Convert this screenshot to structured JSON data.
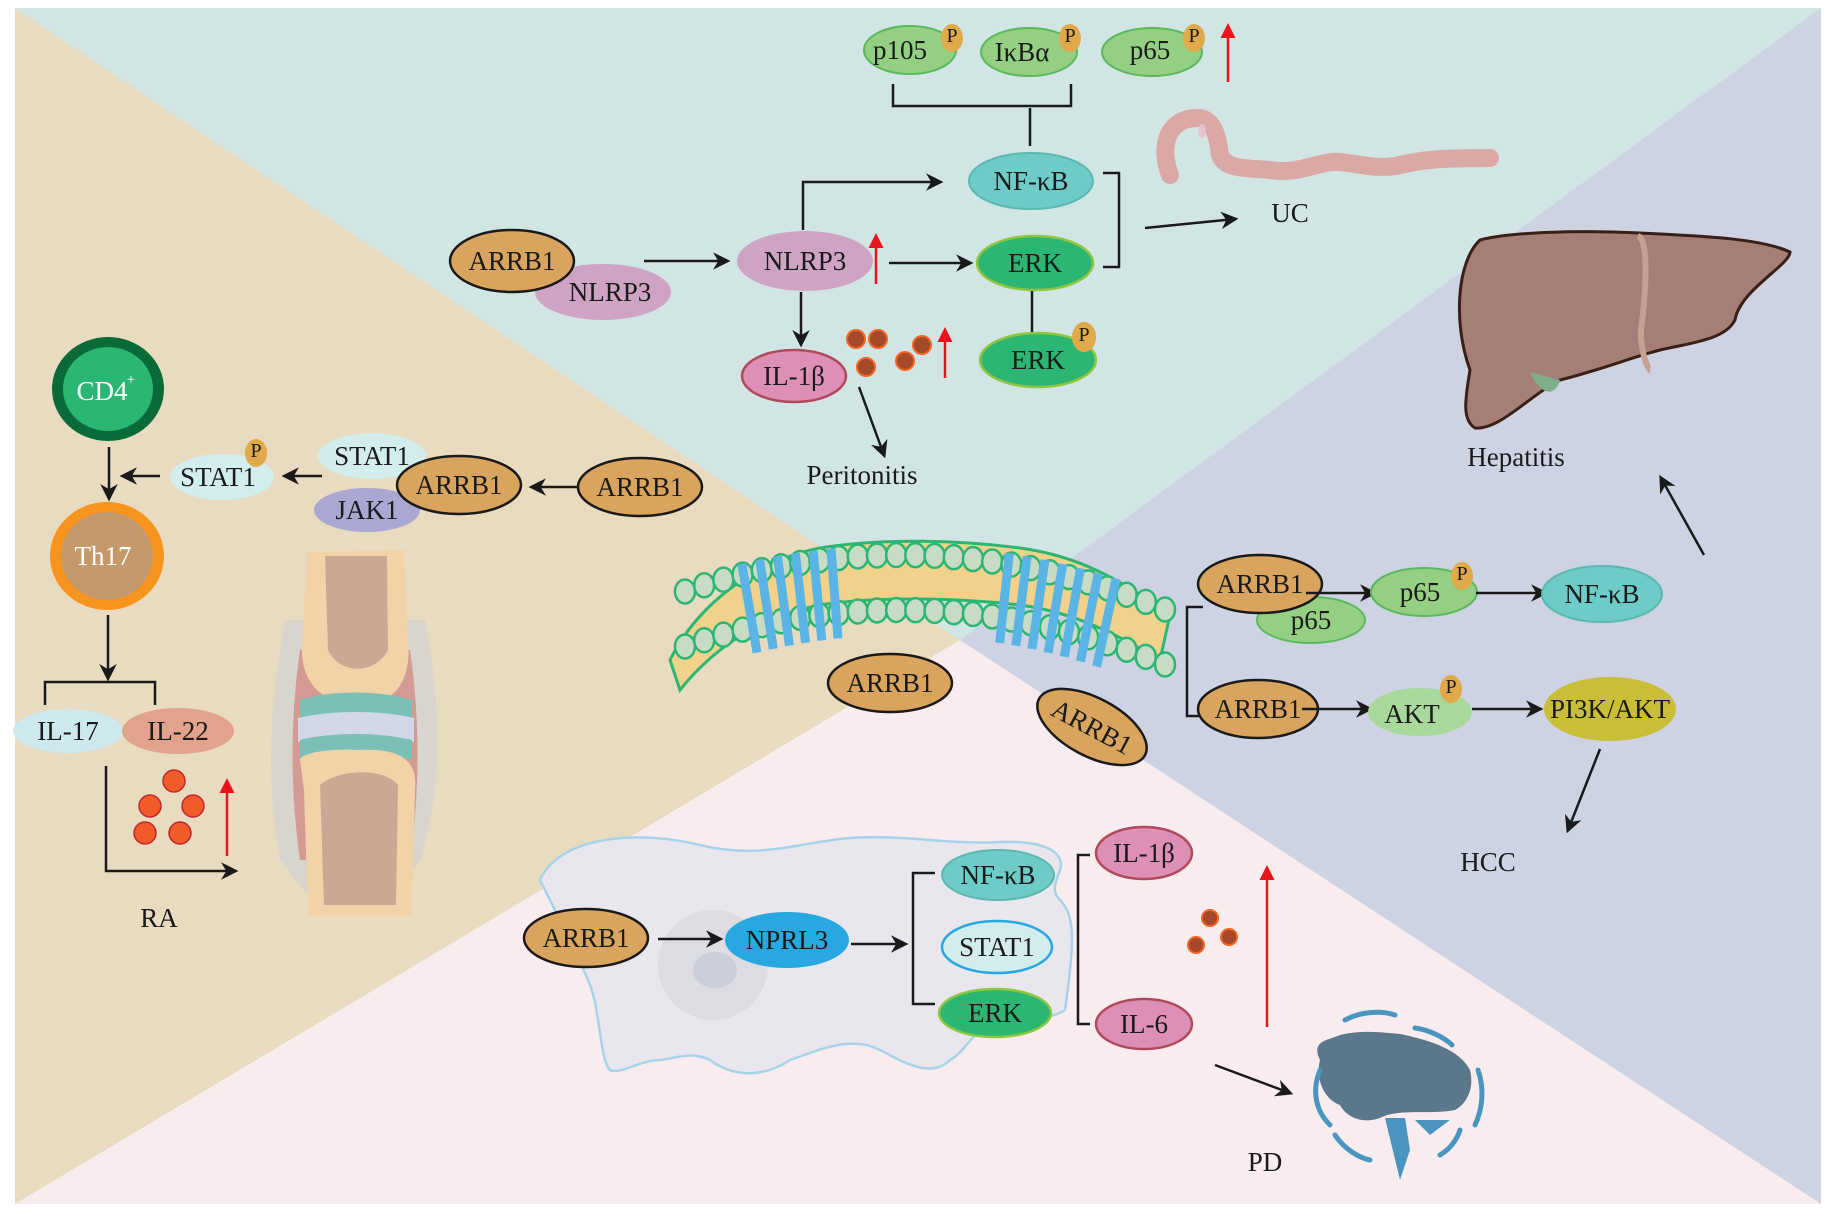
{
  "figure": {
    "regions": [
      {
        "name": "UC region",
        "color": "#d1e6e4"
      },
      {
        "name": "RA region",
        "color": "#e8dbbf"
      },
      {
        "name": "Liver region",
        "color": "#cdd3e3"
      },
      {
        "name": "PD region",
        "color": "#f9ecee"
      }
    ],
    "colors": {
      "arrb1": "#d9a45d",
      "nlrp3": "#cea3c4",
      "green_light": "#95cf84",
      "green_dark": "#2bb673",
      "nfkb": "#6fcbc7",
      "il1b": "#dd8fb6",
      "phospho": "#e0a94a",
      "red_arrow": "#e8141c",
      "pi3k": "#c9be36",
      "nprl3": "#27a8e0",
      "stat1_light": "#d3ecec",
      "jak1": "#a9a8d3",
      "il22": "#e2a38c",
      "il17": "#cde9ee",
      "th17": "#c49a6c",
      "th17_ring": "#f7941d",
      "cd4": "#2bb673",
      "cd4_ring": "#0a6b38"
    },
    "phospho_label": "P",
    "uc": {
      "arrb1": "ARRB1",
      "nlrp3_complex": "NLRP3",
      "nlrp3": "NLRP3",
      "nfkb": "NF-κB",
      "erk": "ERK",
      "erk_p": "ERK",
      "il1b": "IL-1β",
      "p105": "p105",
      "ikba": "IκBα",
      "p65": "p65",
      "outcome": "UC",
      "peritonitis": "Peritonitis"
    },
    "ra": {
      "cd4": "CD4",
      "cd4_sup": "+",
      "th17": "Th17",
      "stat1_p": "STAT1",
      "stat1": "STAT1",
      "arrb1_complex": "ARRB1",
      "jak1": "JAK1",
      "arrb1": "ARRB1",
      "il17": "IL-17",
      "il22": "IL-22",
      "outcome": "RA"
    },
    "liver": {
      "arrb1_a": "ARRB1",
      "p65_complex": "p65",
      "p65_p": "p65",
      "nfkb": "NF-κB",
      "arrb1_b": "ARRB1",
      "akt_p": "AKT",
      "pi3k": "PI3K/AKT",
      "hepatitis": "Hepatitis",
      "hcc": "HCC"
    },
    "membrane": {
      "arrb1_left": "ARRB1",
      "arrb1_right": "ARRB1"
    },
    "pd": {
      "arrb1": "ARRB1",
      "nprl3": "NPRL3",
      "nfkb": "NF-κB",
      "stat1": "STAT1",
      "erk": "ERK",
      "il1b": "IL-1β",
      "il6": "IL-6",
      "outcome": "PD"
    }
  }
}
